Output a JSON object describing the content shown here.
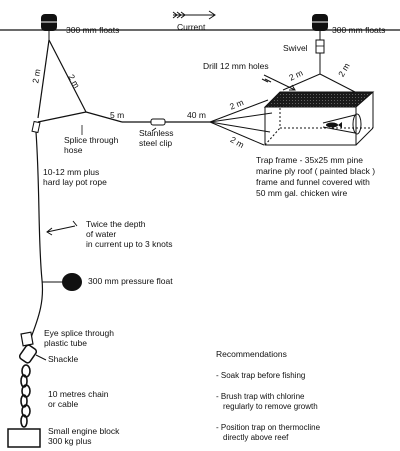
{
  "labels": {
    "floats_left": "300 mm floats",
    "current": "Current",
    "floats_right": "300 mm floats",
    "swivel": "Swivel",
    "drill_holes": "Drill 12 mm holes",
    "dim_2m": "2 m",
    "dim_5m": "5 m",
    "dim_40m": "40 m",
    "splice_hose": "Splice through hose",
    "stainless_clip": "Stainless steel clip",
    "trap_frame": [
      "Trap frame - 35x25 mm pine",
      "marine ply roof ( painted black )",
      "frame and funnel covered with",
      "50 mm gal. chicken wire"
    ],
    "pot_rope": [
      "10-12 mm plus",
      "hard lay pot rope"
    ],
    "twice_depth": [
      "Twice the depth",
      "of water",
      "in current up to 3 knots"
    ],
    "pressure_float": "300 mm pressure float",
    "eye_splice": [
      "Eye splice through",
      "plastic tube"
    ],
    "shackle": "Shackle",
    "chain": [
      "10 metres chain",
      "or cable"
    ],
    "engine_block": [
      "Small engine block",
      "300 kg plus"
    ]
  },
  "recommendations": {
    "heading": "Recommendations",
    "items": [
      [
        "- Soak trap before fishing"
      ],
      [
        "- Brush trap with chlorine",
        "regularly to remove growth"
      ],
      [
        "- Position trap on thermocline",
        "directly above reef"
      ]
    ]
  },
  "colors": {
    "ink": "#111111",
    "roof": "#1a1a1a",
    "background": "#ffffff"
  }
}
